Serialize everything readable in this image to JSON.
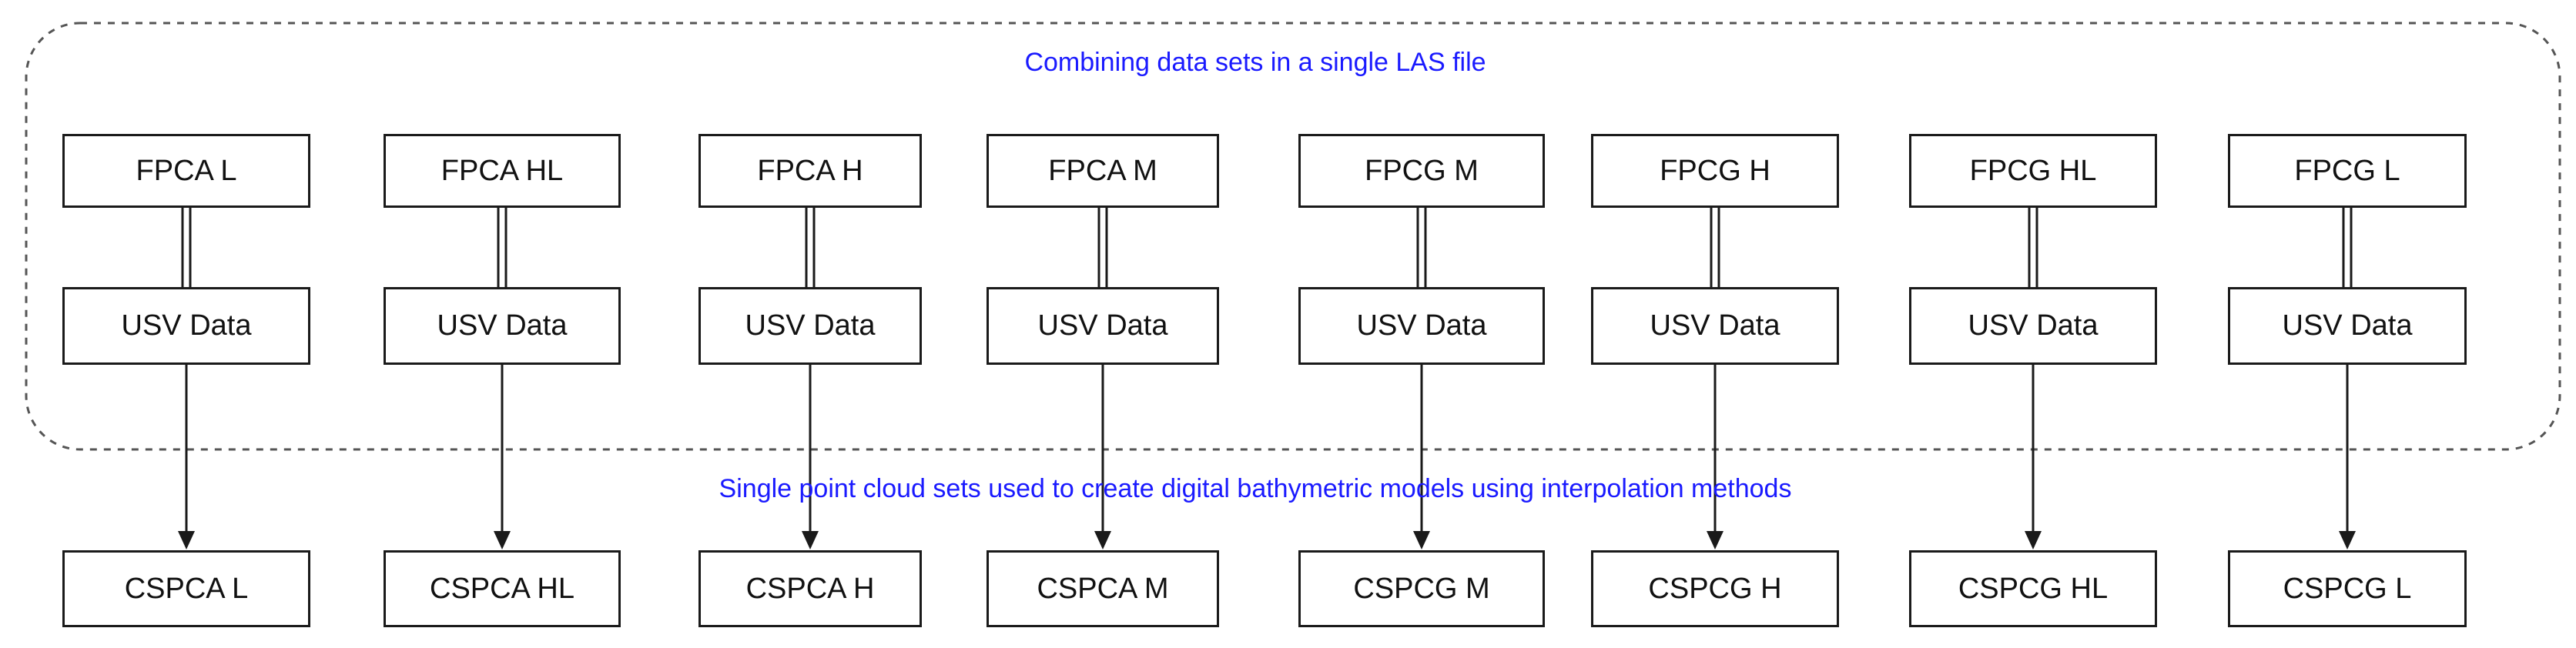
{
  "group": {
    "title": "Combining data sets in a single LAS file"
  },
  "pipeline_caption": "Single point cloud sets used to create digital bathymetric models using interpolation methods",
  "columns": [
    {
      "source": "FPCA L",
      "usv": "USV Data",
      "output": "CSPCA L"
    },
    {
      "source": "FPCA HL",
      "usv": "USV Data",
      "output": "CSPCA HL"
    },
    {
      "source": "FPCA H",
      "usv": "USV Data",
      "output": "CSPCA H"
    },
    {
      "source": "FPCA M",
      "usv": "USV Data",
      "output": "CSPCA M"
    },
    {
      "source": "FPCG M",
      "usv": "USV Data",
      "output": "CSPCG M"
    },
    {
      "source": "FPCG H",
      "usv": "USV Data",
      "output": "CSPCG H"
    },
    {
      "source": "FPCG HL",
      "usv": "USV Data",
      "output": "CSPCG HL"
    },
    {
      "source": "FPCG L",
      "usv": "USV Data",
      "output": "CSPCG L"
    }
  ],
  "colors": {
    "caption": "#1a1aff",
    "stroke": "#1a1a1a",
    "dash": "#555555"
  }
}
